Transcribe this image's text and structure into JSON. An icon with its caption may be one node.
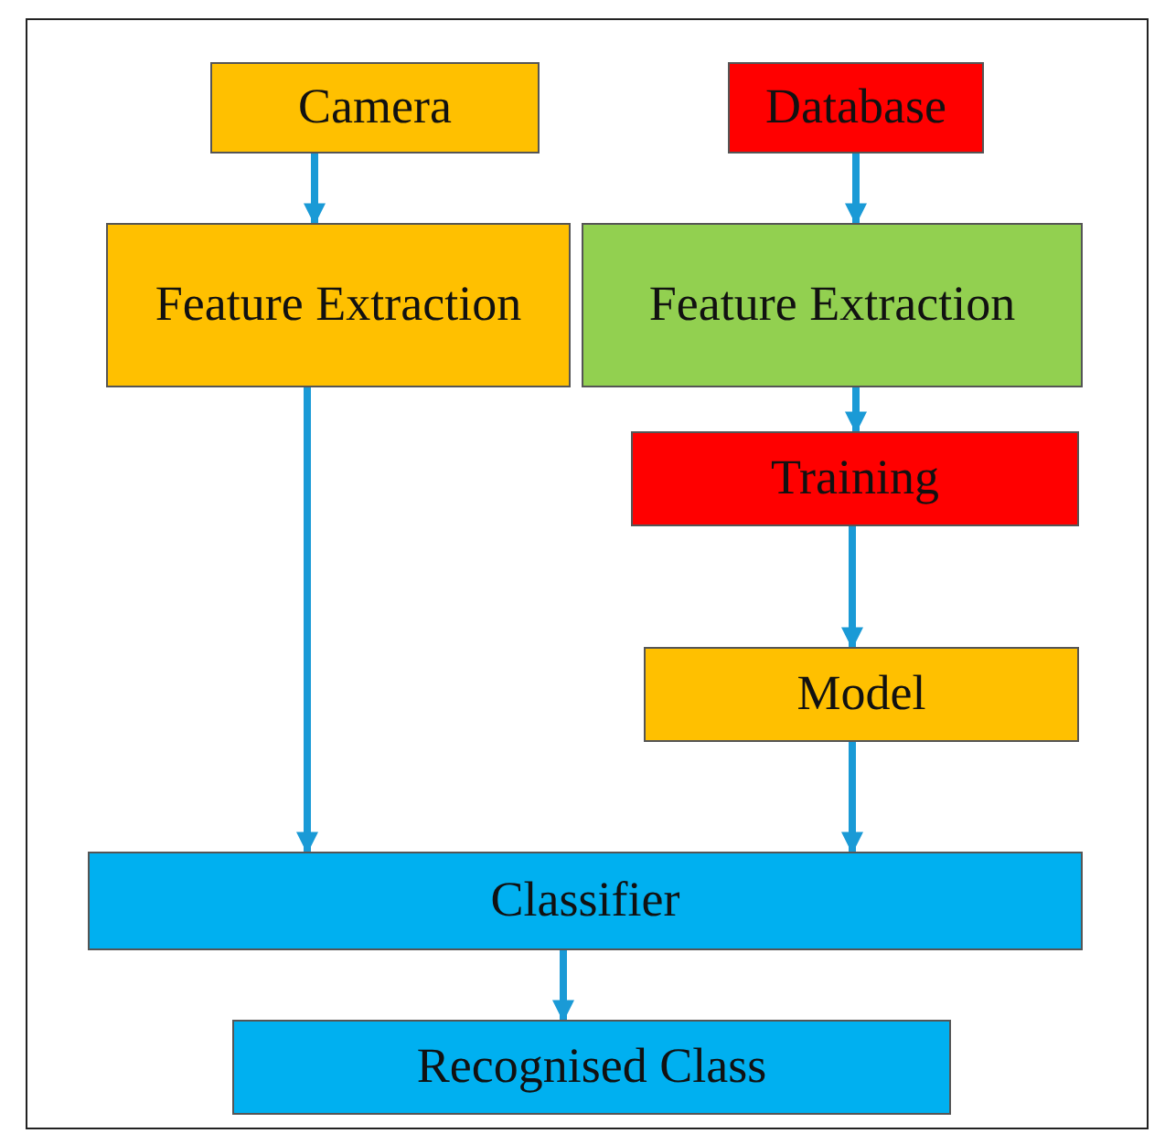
{
  "diagram": {
    "nodes": [
      {
        "text": [
          "Camera"
        ]
      },
      {
        "text": [
          "Database"
        ]
      },
      {
        "text": [
          "Feature Extraction"
        ]
      },
      {
        "text": [
          "Feature Extraction"
        ]
      },
      {
        "text": [
          "Training"
        ]
      },
      {
        "text": [
          "Model"
        ]
      },
      {
        "text": [
          "Classifier"
        ]
      },
      {
        "text": [
          "Recognised Class"
        ]
      }
    ],
    "edges": [
      {
        "from": 0,
        "to": 2,
        "arrow": "to"
      },
      {
        "from": 1,
        "to": 3,
        "arrow": "to"
      },
      {
        "from": 3,
        "to": 4,
        "arrow": "to"
      },
      {
        "from": 4,
        "to": 5,
        "arrow": "to"
      },
      {
        "from": 5,
        "to": 6,
        "arrow": "to"
      },
      {
        "from": 2,
        "to": 6,
        "arrow": "to"
      },
      {
        "from": 6,
        "to": 7,
        "arrow": "to"
      }
    ]
  }
}
